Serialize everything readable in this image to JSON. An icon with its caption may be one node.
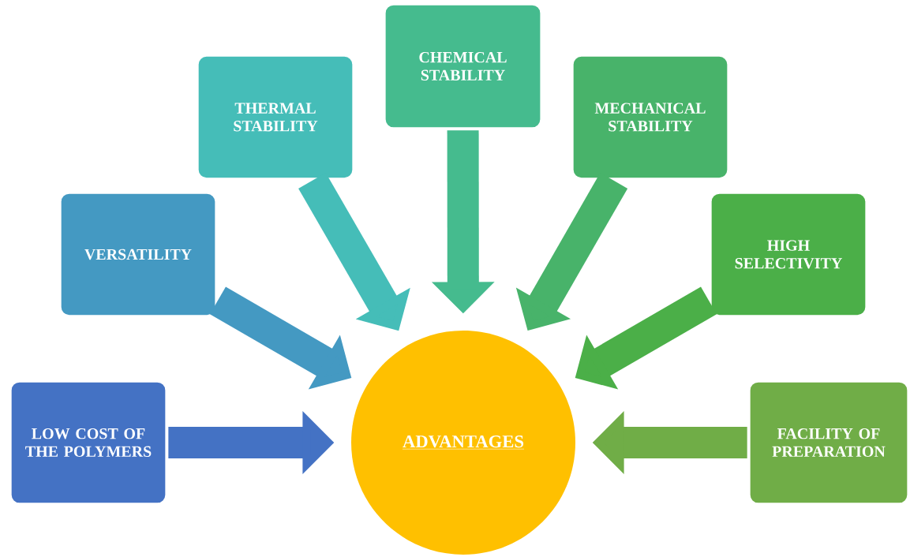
{
  "diagram": {
    "nodes": [
      {
        "text": [
          "LOW COST OF THE POLYMERS"
        ]
      },
      {
        "text": [
          "VERSATILITY"
        ]
      },
      {
        "text": [
          "THERMAL STABILITY"
        ]
      },
      {
        "text": [
          "CHEMICAL STABILITY"
        ]
      },
      {
        "text": [
          "MECHANICAL STABILITY"
        ]
      },
      {
        "text": [
          "HIGH SELECTIVITY"
        ]
      },
      {
        "text": [
          "FACILITY OF PREPARATION"
        ]
      },
      {
        "text": [
          "ADVANTAGES"
        ]
      }
    ],
    "edges": [
      {
        "from": 0,
        "to": 7,
        "arrow": "to",
        "color": "#4472c4"
      },
      {
        "from": 1,
        "to": 7,
        "arrow": "to",
        "color": "#4499c2"
      },
      {
        "from": 2,
        "to": 7,
        "arrow": "to",
        "color": "#45bdb8"
      },
      {
        "from": 3,
        "to": 7,
        "arrow": "to",
        "color": "#45bb8e"
      },
      {
        "from": 4,
        "to": 7,
        "arrow": "to",
        "color": "#48b36a"
      },
      {
        "from": 5,
        "to": 7,
        "arrow": "to",
        "color": "#4baf48"
      },
      {
        "from": 6,
        "to": 7,
        "arrow": "to",
        "color": "#70ad47"
      }
    ]
  }
}
